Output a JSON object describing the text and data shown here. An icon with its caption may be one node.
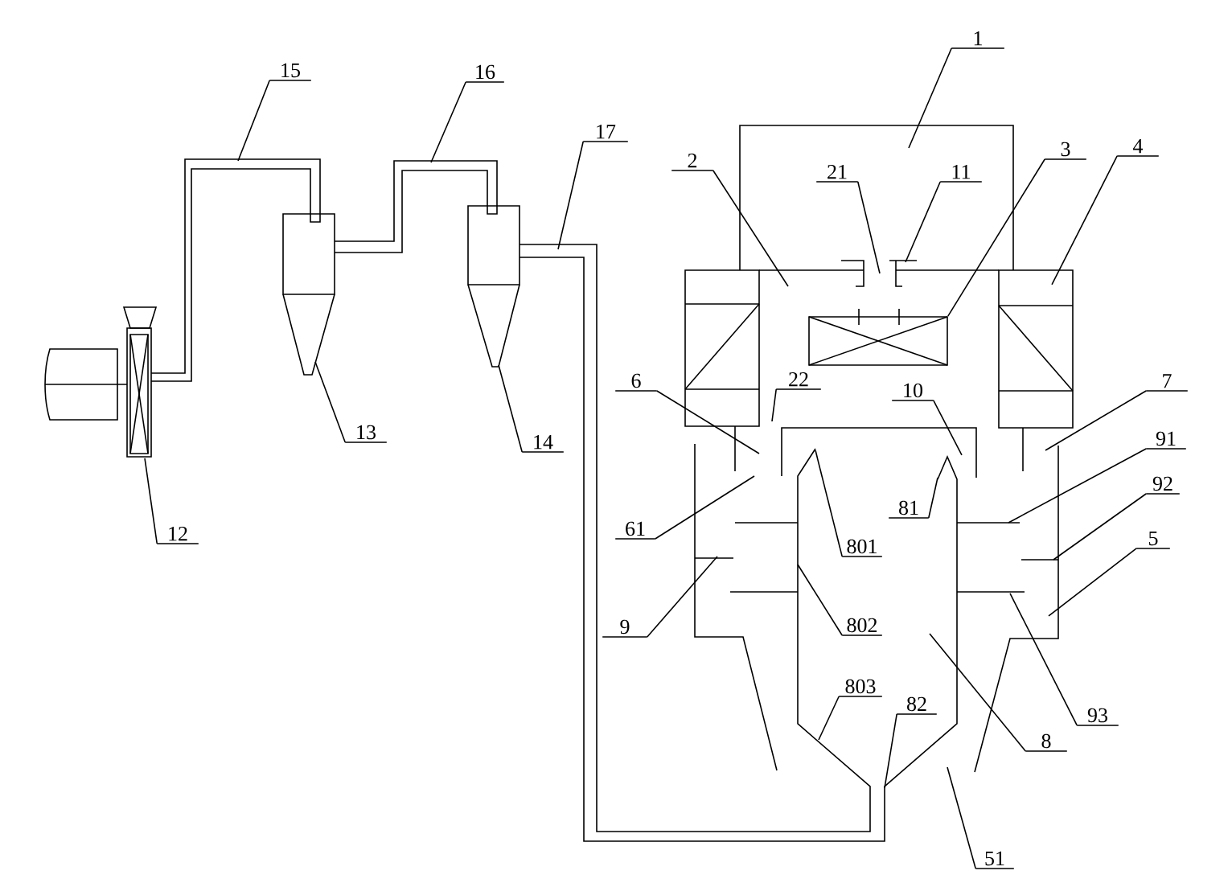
{
  "diagram": {
    "nodes": [
      {
        "text": [
          "1"
        ]
      },
      {
        "text": [
          "15"
        ]
      },
      {
        "text": [
          "16"
        ]
      },
      {
        "text": [
          "17"
        ]
      },
      {
        "text": [
          "3"
        ]
      },
      {
        "text": [
          "4"
        ]
      },
      {
        "text": [
          "2"
        ]
      },
      {
        "text": [
          "21"
        ]
      },
      {
        "text": [
          "11"
        ]
      },
      {
        "text": [
          "13"
        ]
      },
      {
        "text": [
          "6"
        ]
      },
      {
        "text": [
          "22"
        ]
      },
      {
        "text": [
          "10"
        ]
      },
      {
        "text": [
          "7"
        ]
      },
      {
        "text": [
          "14"
        ]
      },
      {
        "text": [
          "91"
        ]
      },
      {
        "text": [
          "92"
        ]
      },
      {
        "text": [
          "61"
        ]
      },
      {
        "text": [
          "81"
        ]
      },
      {
        "text": [
          "801"
        ]
      },
      {
        "text": [
          "5"
        ]
      },
      {
        "text": [
          "9"
        ]
      },
      {
        "text": [
          "802"
        ]
      },
      {
        "text": [
          "12"
        ]
      },
      {
        "text": [
          "803"
        ]
      },
      {
        "text": [
          "82"
        ]
      },
      {
        "text": [
          "93"
        ]
      },
      {
        "text": [
          "8"
        ]
      },
      {
        "text": [
          "51"
        ]
      },
      {
        "text": [],
        "shape": "box"
      }
    ],
    "edges": [
      {
        "from": 0,
        "to": null,
        "arrow": "none"
      },
      {
        "from": 1,
        "to": null,
        "arrow": "none"
      },
      {
        "from": 2,
        "to": null,
        "arrow": "none"
      },
      {
        "from": 3,
        "to": null,
        "arrow": "none"
      },
      {
        "from": 4,
        "to": 29,
        "arrow": "none"
      },
      {
        "from": 5,
        "to": null,
        "arrow": "none"
      },
      {
        "from": 6,
        "to": null,
        "arrow": "none"
      },
      {
        "from": 7,
        "to": null,
        "arrow": "none"
      },
      {
        "from": 8,
        "to": null,
        "arrow": "none"
      },
      {
        "from": 9,
        "to": null,
        "arrow": "none"
      },
      {
        "from": 10,
        "to": null,
        "arrow": "none"
      },
      {
        "from": 11,
        "to": null,
        "arrow": "none"
      },
      {
        "from": 12,
        "to": null,
        "arrow": "none"
      },
      {
        "from": 13,
        "to": null,
        "arrow": "none"
      },
      {
        "from": 14,
        "to": null,
        "arrow": "none"
      },
      {
        "from": 15,
        "to": null,
        "arrow": "none"
      },
      {
        "from": 16,
        "to": null,
        "arrow": "none"
      },
      {
        "from": 17,
        "to": null,
        "arrow": "none"
      },
      {
        "from": 18,
        "to": null,
        "arrow": "none"
      },
      {
        "from": 19,
        "to": null,
        "arrow": "none"
      },
      {
        "from": 20,
        "to": null,
        "arrow": "none"
      },
      {
        "from": 21,
        "to": null,
        "arrow": "none"
      },
      {
        "from": 22,
        "to": null,
        "arrow": "none"
      },
      {
        "from": 23,
        "to": null,
        "arrow": "none"
      },
      {
        "from": 24,
        "to": null,
        "arrow": "none"
      },
      {
        "from": 25,
        "to": null,
        "arrow": "none"
      },
      {
        "from": 26,
        "to": null,
        "arrow": "none"
      },
      {
        "from": 27,
        "to": null,
        "arrow": "none"
      },
      {
        "from": 28,
        "to": null,
        "arrow": "none"
      }
    ]
  }
}
